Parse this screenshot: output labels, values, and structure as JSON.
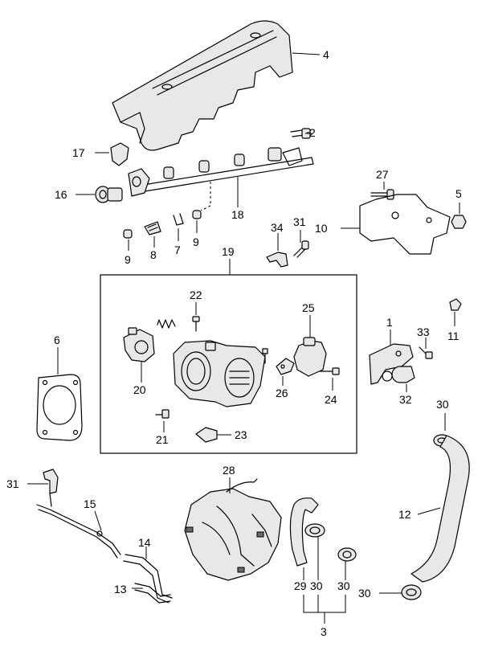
{
  "diagram": {
    "callouts": [
      {
        "id": "c4",
        "label": "4"
      },
      {
        "id": "c2",
        "label": "2"
      },
      {
        "id": "c17",
        "label": "17"
      },
      {
        "id": "c16",
        "label": "16"
      },
      {
        "id": "c18",
        "label": "18"
      },
      {
        "id": "c27",
        "label": "27"
      },
      {
        "id": "c5",
        "label": "5"
      },
      {
        "id": "c10",
        "label": "10"
      },
      {
        "id": "c34",
        "label": "34"
      },
      {
        "id": "c31a",
        "label": "31"
      },
      {
        "id": "c9a",
        "label": "9"
      },
      {
        "id": "c8",
        "label": "8"
      },
      {
        "id": "c7",
        "label": "7"
      },
      {
        "id": "c9b",
        "label": "9"
      },
      {
        "id": "c19",
        "label": "19"
      },
      {
        "id": "c22",
        "label": "22"
      },
      {
        "id": "c25",
        "label": "25"
      },
      {
        "id": "c6",
        "label": "6"
      },
      {
        "id": "c20",
        "label": "20"
      },
      {
        "id": "c26",
        "label": "26"
      },
      {
        "id": "c24",
        "label": "24"
      },
      {
        "id": "c21",
        "label": "21"
      },
      {
        "id": "c23",
        "label": "23"
      },
      {
        "id": "c1",
        "label": "1"
      },
      {
        "id": "c33",
        "label": "33"
      },
      {
        "id": "c11",
        "label": "11"
      },
      {
        "id": "c32",
        "label": "32"
      },
      {
        "id": "c30a",
        "label": "30"
      },
      {
        "id": "c31b",
        "label": "31"
      },
      {
        "id": "c15",
        "label": "15"
      },
      {
        "id": "c28",
        "label": "28"
      },
      {
        "id": "c14",
        "label": "14"
      },
      {
        "id": "c13",
        "label": "13"
      },
      {
        "id": "c12",
        "label": "12"
      },
      {
        "id": "c29",
        "label": "29"
      },
      {
        "id": "c30b",
        "label": "30"
      },
      {
        "id": "c30c",
        "label": "30"
      },
      {
        "id": "c30d",
        "label": "30"
      },
      {
        "id": "c3",
        "label": "3"
      }
    ]
  }
}
